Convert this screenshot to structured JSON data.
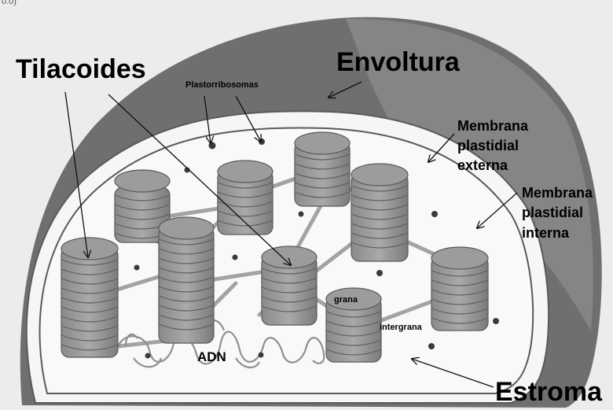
{
  "diagram": {
    "top_fragment": "0.0)",
    "labels": {
      "tilacoides": "Tilacoides",
      "envoltura": "Envoltura",
      "plastorribosomas": "Plastorribosomas",
      "membrana_externa": [
        "Membrana",
        "plastidial",
        "externa"
      ],
      "membrana_interna": [
        "Membrana",
        "plastidial",
        "interna"
      ],
      "grana": "grana",
      "intergrana": "intergrana",
      "adn": "ADN",
      "estroma": "Estroma"
    }
  }
}
